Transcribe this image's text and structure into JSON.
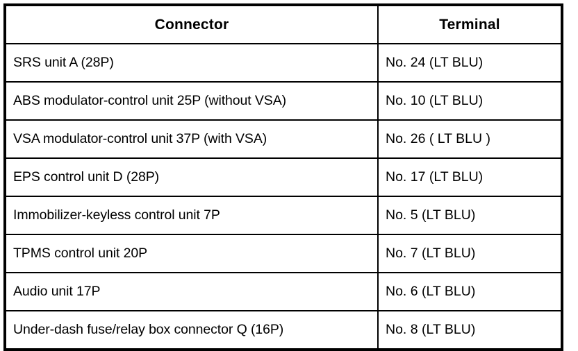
{
  "table": {
    "columns": [
      {
        "key": "connector",
        "label": "Connector"
      },
      {
        "key": "terminal",
        "label": "Terminal"
      }
    ],
    "rows": [
      {
        "connector": "SRS unit A (28P)",
        "terminal": "No. 24 (LT BLU)"
      },
      {
        "connector": "ABS modulator-control unit 25P (without VSA)",
        "terminal": "No. 10 (LT BLU)"
      },
      {
        "connector": "VSA modulator-control unit 37P (with VSA)",
        "terminal": "No. 26 ( LT BLU )"
      },
      {
        "connector": "EPS control unit D (28P)",
        "terminal": "No. 17 (LT BLU)"
      },
      {
        "connector": "Immobilizer-keyless control unit 7P",
        "terminal": "No. 5 (LT BLU)"
      },
      {
        "connector": "TPMS control unit 20P",
        "terminal": "No. 7 (LT BLU)"
      },
      {
        "connector": "Audio unit 17P",
        "terminal": "No. 6 (LT BLU)"
      },
      {
        "connector": "Under-dash fuse/relay box connector Q (16P)",
        "terminal": "No. 8 (LT BLU)"
      }
    ]
  },
  "colors": {
    "border": "#000000",
    "background": "#ffffff",
    "text": "#000000"
  }
}
